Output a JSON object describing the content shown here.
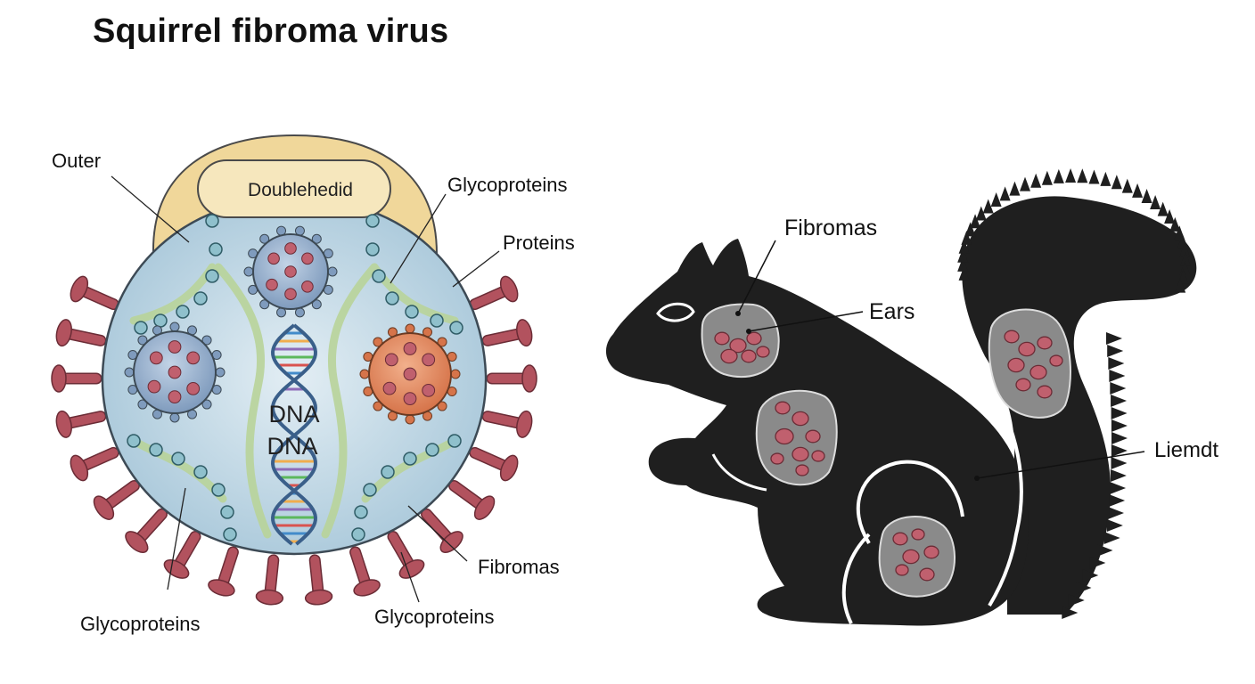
{
  "title": "Squirrel fibroma virus",
  "virus": {
    "capsule_label": "Doublehedid",
    "dna_labels": [
      "DNA",
      "DNA"
    ]
  },
  "labels": {
    "outer": "Outer",
    "glycoproteins_top": "Glycoproteins",
    "proteins": "Proteins",
    "fibromas_virus": "Fibromas",
    "glycoproteins_bottom_left": "Glycoproteins",
    "glycoproteins_bottom_right": "Glycoproteins",
    "fibromas_squirrel": "Fibromas",
    "ears": "Ears",
    "liemdt": "Liemdt"
  },
  "colors": {
    "envelope": "#bcd6e4",
    "capsule": "#f0d79a",
    "spike": "#b2525e",
    "particle_blue": "#8fa9c8",
    "particle_orange": "#e08a62",
    "lesion": "#8a8a8a",
    "nodule": "#c0606e",
    "squirrel": "#1f1f1f"
  }
}
